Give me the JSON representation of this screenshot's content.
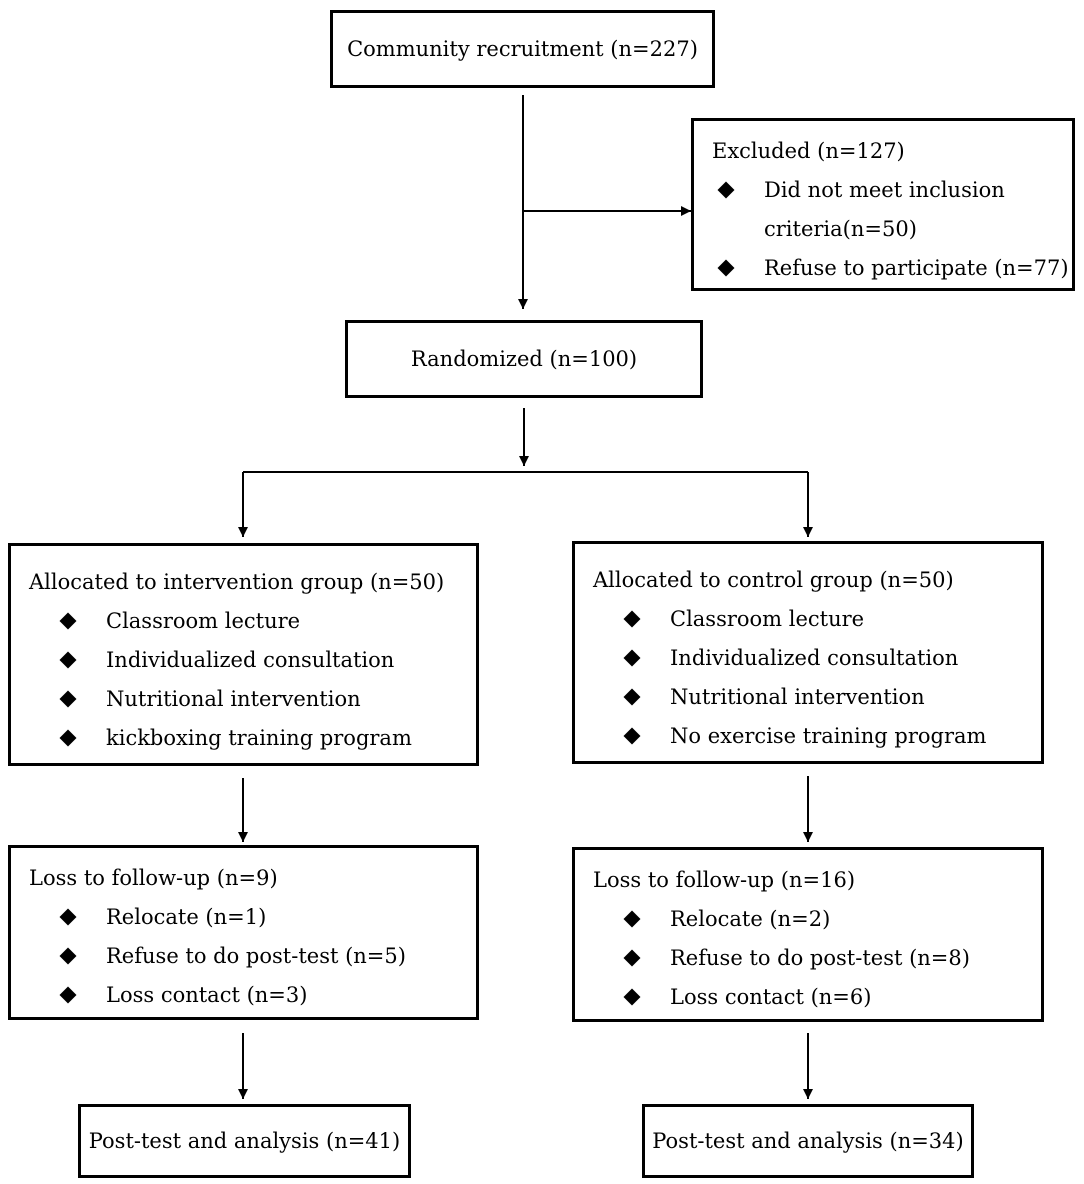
{
  "recruitment": {
    "label": "Community recruitment (n=227)"
  },
  "excluded": {
    "heading": "Excluded (n=127)",
    "items": [
      "Did not meet inclusion",
      "criteria(n=50)",
      "Refuse to participate (n=77)"
    ]
  },
  "randomized": {
    "label": "Randomized (n=100)"
  },
  "intervention": {
    "allocation": {
      "heading": "Allocated to intervention group (n=50)",
      "items": [
        "Classroom lecture",
        "Individualized consultation",
        "Nutritional intervention",
        "kickboxing training program"
      ]
    },
    "loss": {
      "heading": "Loss to follow-up (n=9)",
      "items": [
        "Relocate (n=1)",
        "Refuse to do post-test (n=5)",
        "Loss contact (n=3)"
      ]
    },
    "analysis": {
      "label": "Post-test and analysis (n=41)"
    }
  },
  "control": {
    "allocation": {
      "heading": "Allocated to control group (n=50)",
      "items": [
        "Classroom lecture",
        "Individualized consultation",
        "Nutritional intervention",
        "No exercise training program"
      ]
    },
    "loss": {
      "heading": "Loss to follow-up (n=16)",
      "items": [
        "Relocate (n=2)",
        "Refuse to do post-test (n=8)",
        "Loss contact (n=6)"
      ]
    },
    "analysis": {
      "label": "Post-test and analysis (n=34)"
    }
  }
}
